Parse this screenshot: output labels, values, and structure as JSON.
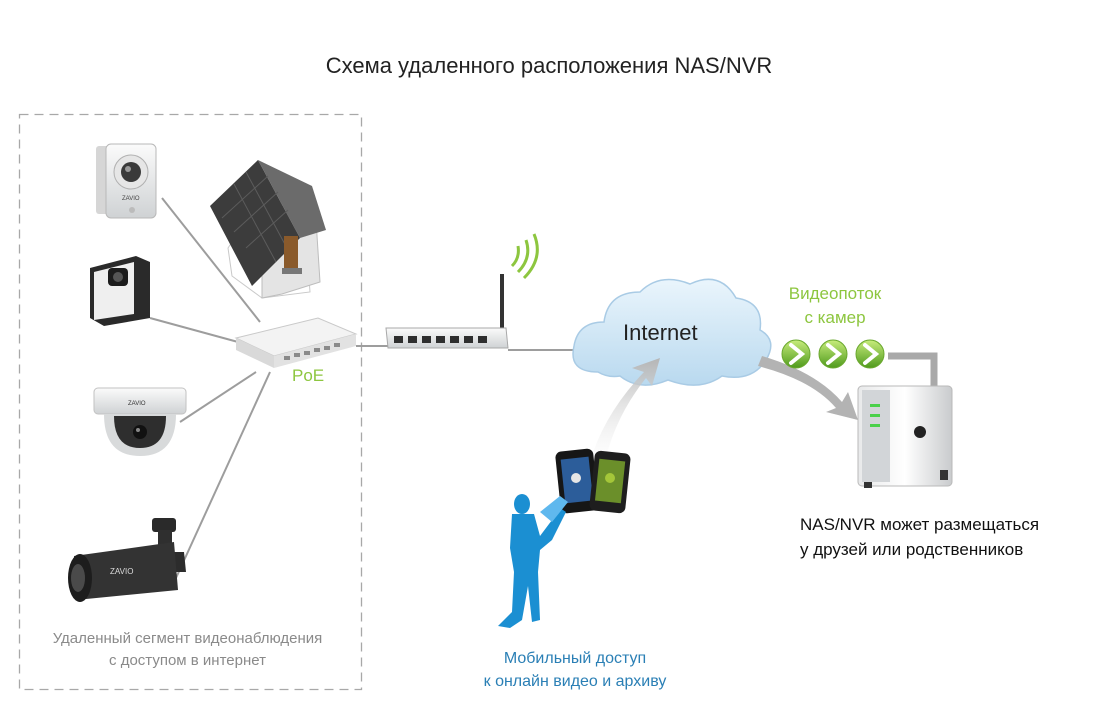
{
  "title": "Схема удаленного расположения NAS/NVR",
  "labels": {
    "poe": "PoE",
    "internet": "Internet",
    "stream_line1": "Видеопоток",
    "stream_line2": "с камер",
    "nas_line1": "NAS/NVR может размещаться",
    "nas_line2": "у друзей или родственников",
    "segment_line1": "Удаленный сегмент видеонаблюдения",
    "segment_line2": "с доступом в интернет",
    "mobile_line1": "Мобильный доступ",
    "mobile_line2": "к онлайн видео и архиву",
    "camera_brand": "ZAVIO"
  },
  "colors": {
    "title": "#222222",
    "green": "#8dc63f",
    "blue": "#2a7fb5",
    "gray_text": "#8a8a8a",
    "line": "#9a9a9a",
    "woman": "#1b8fd2",
    "cloud": "#cfe6f5"
  },
  "icons": [
    "wifi-camera-icon",
    "cube-camera-icon",
    "dome-camera-icon",
    "bullet-camera-icon",
    "house-icon",
    "poe-switch-icon",
    "wifi-router-icon",
    "internet-cloud-icon",
    "stream-arrow-icon",
    "nas-device-icon",
    "smartphones-icon",
    "woman-silhouette-icon"
  ]
}
